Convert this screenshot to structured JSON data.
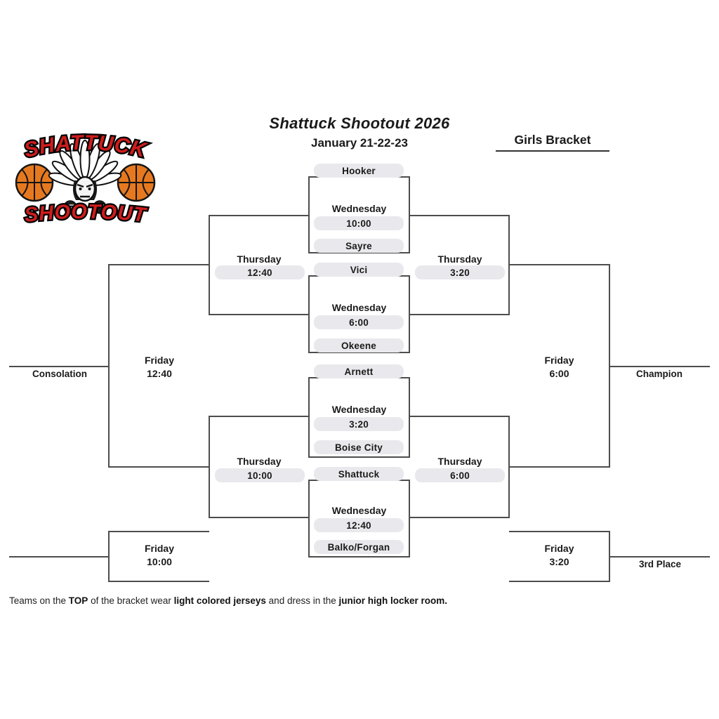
{
  "header": {
    "title": "Shattuck Shootout 2026",
    "subtitle": "January 21-22-23",
    "bracket_label": "Girls Bracket"
  },
  "logo": {
    "line1": "SHATTUCK",
    "line2": "SHOOTOUT"
  },
  "first_round": [
    {
      "top_team": "Hooker",
      "day": "Wednesday",
      "time": "10:00",
      "bottom_team": "Sayre"
    },
    {
      "top_team": "Vici",
      "day": "Wednesday",
      "time": "6:00",
      "bottom_team": "Okeene"
    },
    {
      "top_team": "Arnett",
      "day": "Wednesday",
      "time": "3:20",
      "bottom_team": "Boise City"
    },
    {
      "top_team": "Shattuck",
      "day": "Wednesday",
      "time": "12:40",
      "bottom_team": "Balko/Forgan"
    }
  ],
  "semifinals": {
    "left_top": {
      "day": "Thursday",
      "time": "12:40"
    },
    "left_bottom": {
      "day": "Thursday",
      "time": "10:00"
    },
    "right_top": {
      "day": "Thursday",
      "time": "3:20"
    },
    "right_bottom": {
      "day": "Thursday",
      "time": "6:00"
    }
  },
  "finals": {
    "consolation": {
      "day": "Friday",
      "time": "12:40",
      "label": "Consolation"
    },
    "championship": {
      "day": "Friday",
      "time": "6:00",
      "label": "Champion"
    },
    "bottom_left": {
      "day": "Friday",
      "time": "10:00"
    },
    "third_place": {
      "day": "Friday",
      "time": "3:20",
      "label": "3rd Place"
    }
  },
  "footnote": {
    "s1": "Teams on the ",
    "s2": "TOP",
    "s3": " of the bracket wear ",
    "s4": "light colored jerseys",
    "s5": " and dress in the ",
    "s6": "junior high locker room."
  },
  "colors": {
    "line": "#4d4d4d",
    "pill_bg": "#e9e9ed",
    "logo_red": "#cf1c1c",
    "basketball_orange": "#e6791f"
  }
}
